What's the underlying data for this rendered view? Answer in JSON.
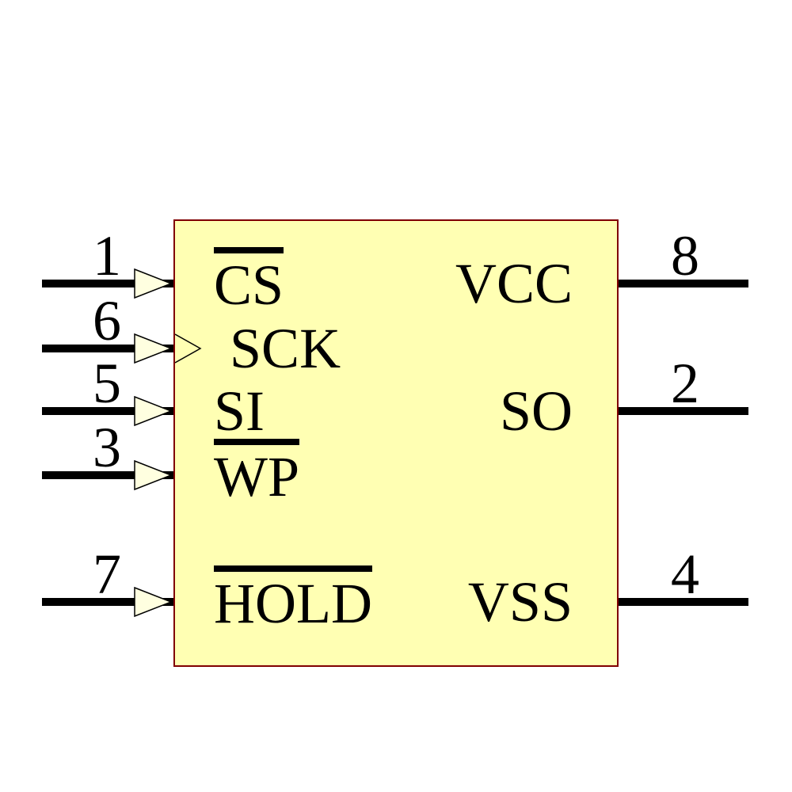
{
  "component": {
    "kind": "8-pin serial memory IC schematic symbol",
    "body_fill": "#FFFFB3",
    "body_border_color": "#800000",
    "arrow_fill": "#FFFFE0",
    "line_color": "#000000"
  },
  "pins": {
    "left": [
      {
        "number": "1",
        "label": "CS",
        "active_low": true,
        "clock": false
      },
      {
        "number": "6",
        "label": "SCK",
        "active_low": false,
        "clock": true
      },
      {
        "number": "5",
        "label": "SI",
        "active_low": false,
        "clock": false
      },
      {
        "number": "3",
        "label": "WP",
        "active_low": true,
        "clock": false
      },
      {
        "number": "7",
        "label": "HOLD",
        "active_low": true,
        "clock": false
      }
    ],
    "right": [
      {
        "number": "8",
        "label": "VCC"
      },
      {
        "number": "2",
        "label": "SO"
      },
      {
        "number": "4",
        "label": "VSS"
      }
    ]
  }
}
